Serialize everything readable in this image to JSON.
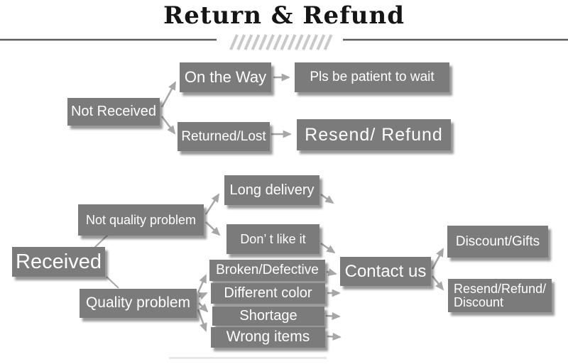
{
  "title": "Return & Refund",
  "colors": {
    "background": "#ffffff",
    "box_fill": "#7b7b7b",
    "box_text": "#ffffff",
    "arrow": "#a6a6a6",
    "divider_line": "#5c5c5c",
    "hatch": "#c9c9c9",
    "title_text": "#151515"
  },
  "nodes": {
    "not_received": "Not Received",
    "on_the_way": "On the Way",
    "pls_wait": "Pls be patient to wait",
    "returned_lost": "Returned/Lost",
    "resend_refund": "Resend/ Refund",
    "received": "Received",
    "not_quality_problem": "Not quality problem",
    "long_delivery": "Long delivery",
    "dont_like_it": "Don’ t like it",
    "quality_problem": "Quality problem",
    "broken_defective": "Broken/Defective",
    "different_color": "Different color",
    "shortage": "Shortage",
    "wrong_items": "Wrong items",
    "contact_us": "Contact us",
    "discount_gifts": "Discount/Gifts",
    "resend_refund_discount": "Resend/Refund/ Discount"
  },
  "edges": [
    {
      "from": "not_received",
      "to": "on_the_way"
    },
    {
      "from": "not_received",
      "to": "returned_lost"
    },
    {
      "from": "on_the_way",
      "to": "pls_wait"
    },
    {
      "from": "returned_lost",
      "to": "resend_refund"
    },
    {
      "from": "received",
      "to": "not_quality_problem"
    },
    {
      "from": "received",
      "to": "quality_problem"
    },
    {
      "from": "not_quality_problem",
      "to": "long_delivery"
    },
    {
      "from": "not_quality_problem",
      "to": "dont_like_it"
    },
    {
      "from": "long_delivery",
      "to": "contact_us"
    },
    {
      "from": "dont_like_it",
      "to": "contact_us"
    },
    {
      "from": "quality_problem",
      "to": "broken_defective"
    },
    {
      "from": "quality_problem",
      "to": "different_color"
    },
    {
      "from": "quality_problem",
      "to": "shortage"
    },
    {
      "from": "quality_problem",
      "to": "wrong_items"
    },
    {
      "from": "broken_defective",
      "to": "contact_us"
    },
    {
      "from": "different_color",
      "to": "contact_us"
    },
    {
      "from": "shortage",
      "to": "contact_us"
    },
    {
      "from": "wrong_items",
      "to": "contact_us"
    },
    {
      "from": "contact_us",
      "to": "discount_gifts"
    },
    {
      "from": "contact_us",
      "to": "resend_refund_discount"
    }
  ]
}
